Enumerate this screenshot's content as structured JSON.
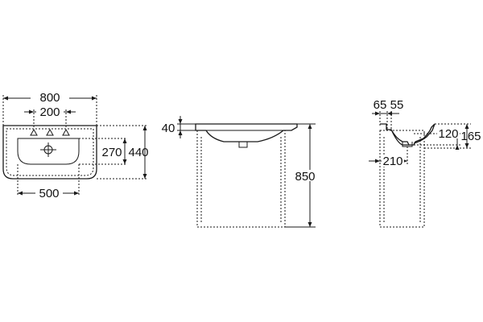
{
  "front_view": {
    "overall_width": "800",
    "tap_spacing": "200",
    "bowl_width": "500",
    "bowl_depth": "270",
    "overall_depth": "440"
  },
  "side_view": {
    "top_thickness": "40",
    "overall_height": "850"
  },
  "section_view": {
    "rim_a": "65",
    "rim_b": "55",
    "drain_height": "120",
    "total_height": "165",
    "drain_offset": "210"
  }
}
